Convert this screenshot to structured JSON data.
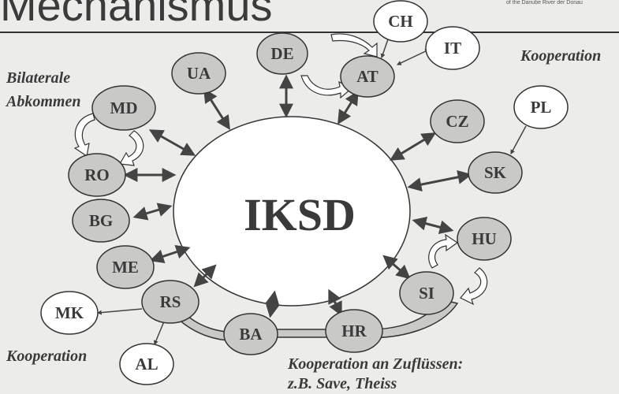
{
  "title": "Mechanismus",
  "logo_text": "of the Danube River   der Donau",
  "center": {
    "label": "IKSD"
  },
  "labels": {
    "bilateral_line1": "Bilaterale",
    "bilateral_line2": "Abkommen",
    "kooperation_right": "Kooperation",
    "kooperation_left": "Kooperation",
    "tributaries_line1": "Kooperation an Zuflüssen:",
    "tributaries_line2": "z.B. Save, Theiss"
  },
  "countries": {
    "ua": "UA",
    "de": "DE",
    "at": "AT",
    "ch": "CH",
    "it": "IT",
    "pl": "PL",
    "md": "MD",
    "ro": "RO",
    "bg": "BG",
    "me": "ME",
    "rs": "RS",
    "mk": "MK",
    "al": "AL",
    "ba": "BA",
    "hr": "HR",
    "si": "SI",
    "hu": "HU",
    "cz": "CZ",
    "sk": "SK"
  },
  "colors": {
    "member_fill": "#c9c9c7",
    "nonmember_fill": "#ffffff",
    "stroke": "#333333",
    "arrow": "#444444",
    "background": "#ececea"
  }
}
